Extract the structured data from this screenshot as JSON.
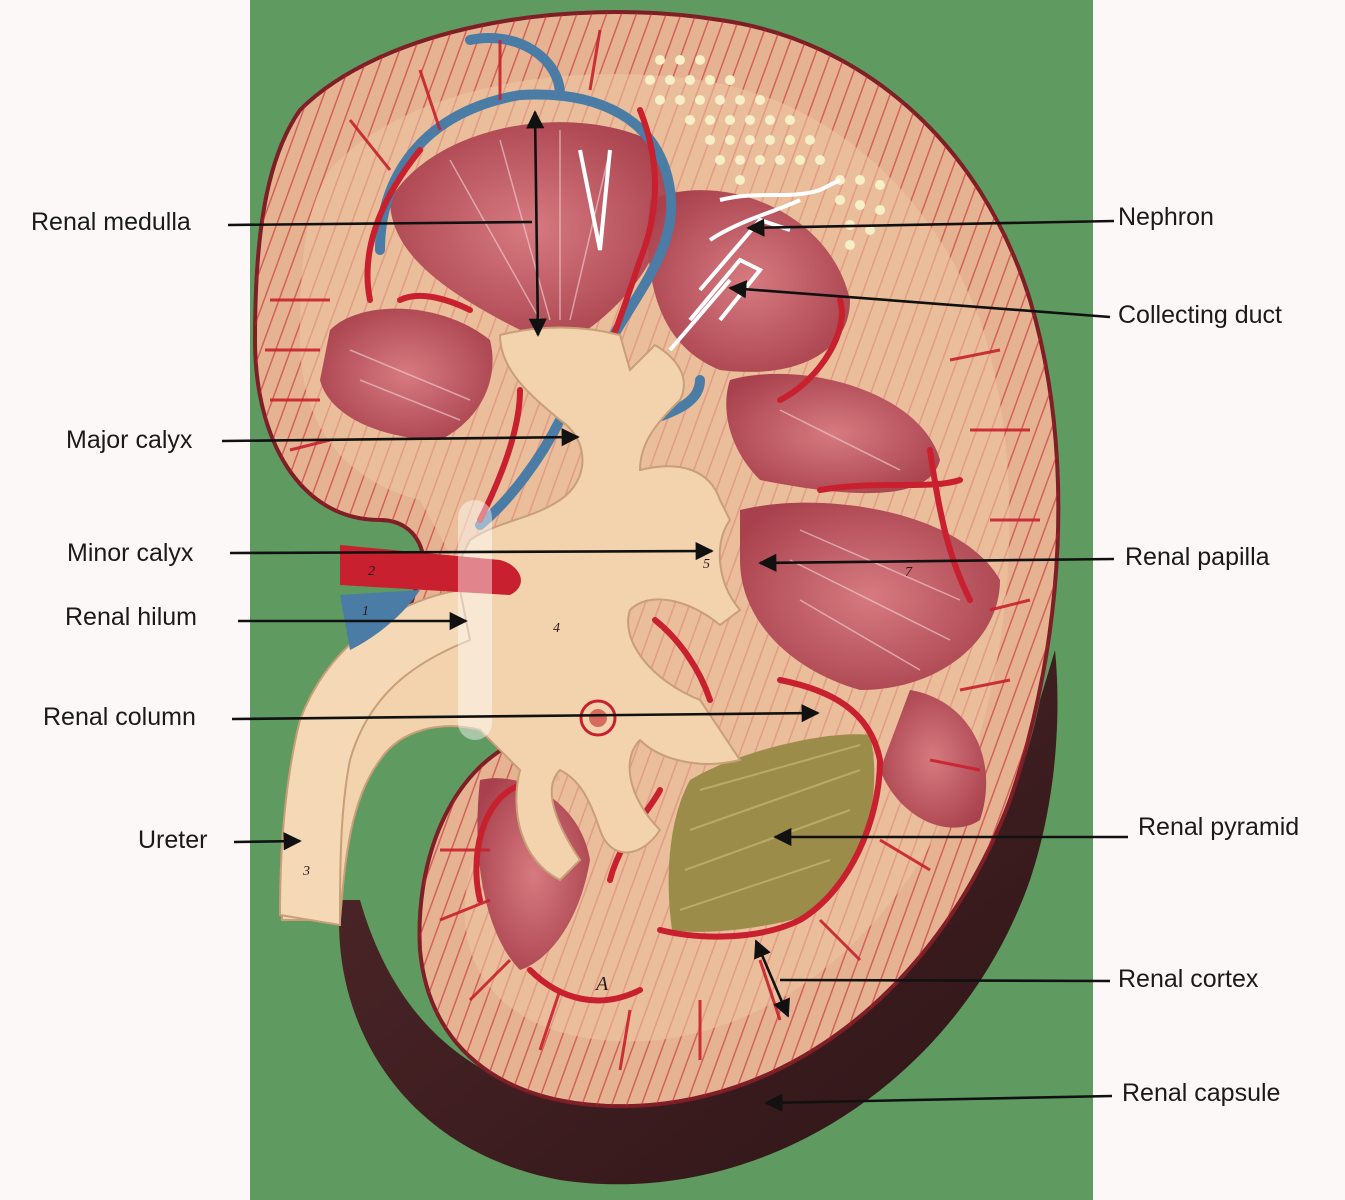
{
  "labels": {
    "renal_medulla": "Renal medulla",
    "major_calyx": "Major calyx",
    "minor_calyx": "Minor calyx",
    "renal_hilum": "Renal hilum",
    "renal_column": "Renal column",
    "ureter": "Ureter",
    "nephron": "Nephron",
    "collecting_duct": "Collecting duct",
    "renal_papilla": "Renal papilla",
    "renal_pyramid": "Renal pyramid",
    "renal_cortex": "Renal cortex",
    "renal_capsule": "Renal capsule"
  },
  "model_numbers": {
    "n1": "1",
    "n2": "2",
    "n3": "3",
    "n4": "4",
    "n5": "5",
    "n7": "7",
    "nA": "A"
  },
  "colors": {
    "background_board": "#5f9a60",
    "page_bg": "#fcf8f7",
    "capsule": "#3d1f22",
    "cortex": "#e9b89a",
    "medulla": "#b8505a",
    "artery": "#c8202e",
    "vein": "#4a7ca6",
    "calyx": "#f3d3ae",
    "pyramid_highlight": "#9a8a48",
    "arrow": "#111111"
  }
}
